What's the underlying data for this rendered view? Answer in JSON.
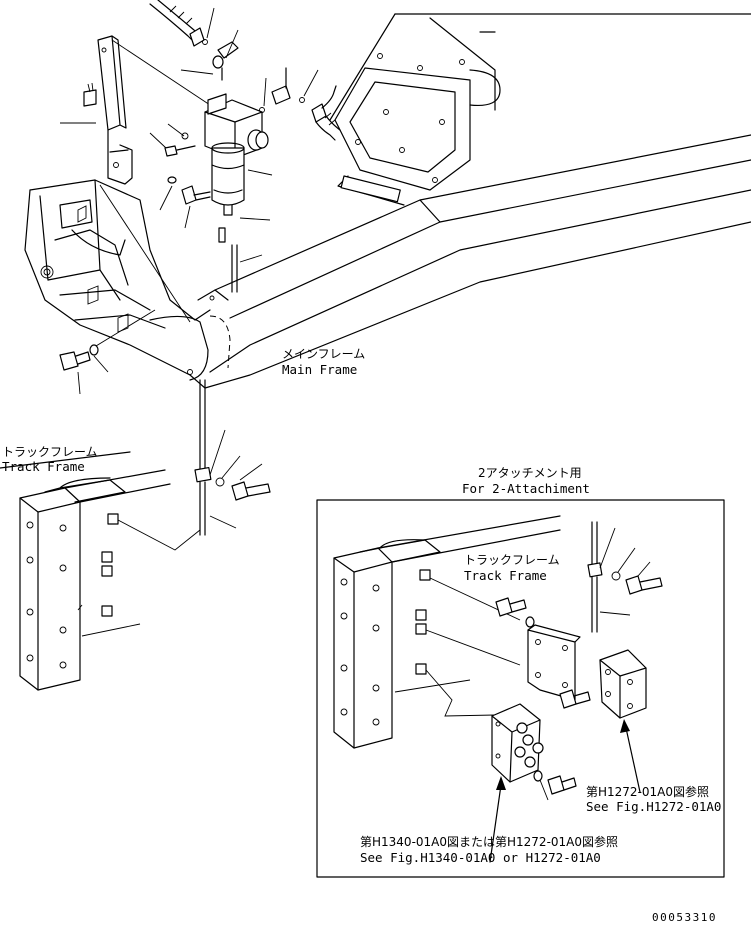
{
  "labels": {
    "main_frame_jp": "メインフレーム",
    "main_frame_en": "Main Frame",
    "track_frame_jp": "トラックフレーム",
    "track_frame_en": "Track Frame",
    "inset_title_jp": "2アタッチメント用",
    "inset_title_en": "For 2-Attachiment",
    "inset_track_frame_jp": "トラックフレーム",
    "inset_track_frame_en": "Track Frame",
    "ref1_jp": "第H1272-01A0図参照",
    "ref1_en": "See Fig.H1272-01A0",
    "ref2_jp": "第H1340-01A0図または第H1272-01A0図参照",
    "ref2_en": "See Fig.H1340-01A0 or H1272-01A0",
    "drawing_number": "00053310"
  }
}
